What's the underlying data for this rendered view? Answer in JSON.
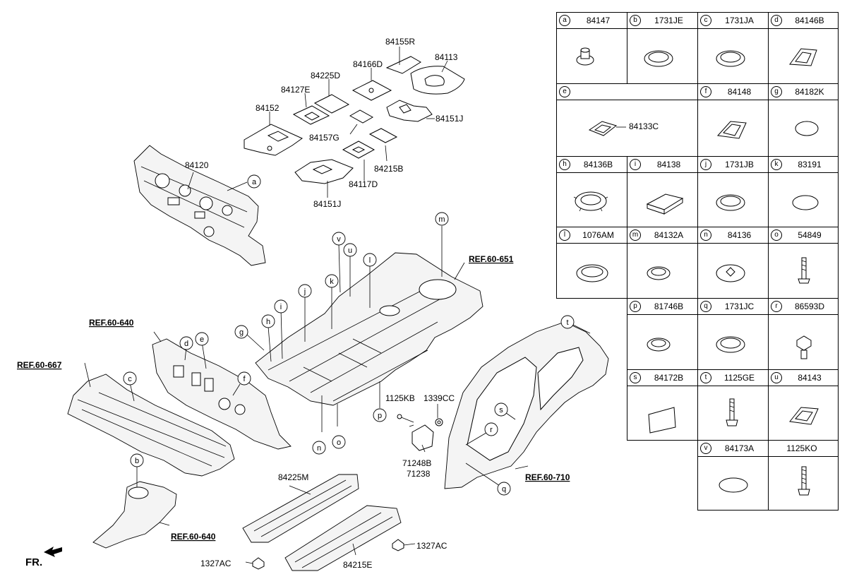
{
  "diagram_labels": {
    "p84155R": "84155R",
    "p84113": "84113",
    "p84166D": "84166D",
    "p84225D": "84225D",
    "p84127E": "84127E",
    "p84152": "84152",
    "p84151J_top": "84151J",
    "p84157G": "84157G",
    "p84215B": "84215B",
    "p84117D": "84117D",
    "p84151J_bottom": "84151J",
    "p84120": "84120",
    "p1125KB": "1125KB",
    "p1339CC": "1339CC",
    "p71248B": "71248B",
    "p71238": "71238",
    "p84225M": "84225M",
    "p84215E": "84215E",
    "p1327AC_left": "1327AC",
    "p1327AC_right": "1327AC",
    "fr": "FR."
  },
  "references": {
    "ref_651": "REF.60-651",
    "ref_640_top": "REF.60-640",
    "ref_667": "REF.60-667",
    "ref_710": "REF.60-710",
    "ref_640_bottom": "REF.60-640"
  },
  "callout_letters": {
    "a": "a",
    "b": "b",
    "c": "c",
    "d": "d",
    "e": "e",
    "f": "f",
    "g": "g",
    "h": "h",
    "i": "i",
    "j": "j",
    "k": "k",
    "l": "l",
    "m": "m",
    "n": "n",
    "o": "o",
    "p": "p",
    "q": "q",
    "r": "r",
    "s": "s",
    "t": "t",
    "u": "u",
    "v": "v"
  },
  "legend": [
    {
      "letter": "a",
      "code": "84147",
      "icon": "push-clip-icon"
    },
    {
      "letter": "b",
      "code": "1731JE",
      "icon": "round-plug-icon"
    },
    {
      "letter": "c",
      "code": "1731JA",
      "icon": "round-plug-icon"
    },
    {
      "letter": "d",
      "code": "84146B",
      "icon": "oval-plug-icon"
    },
    {
      "letter": "e",
      "code": "",
      "callout": "84133C",
      "icon": "rect-plug-icon"
    },
    {
      "letter": "f",
      "code": "84148",
      "icon": "oval-plug-icon"
    },
    {
      "letter": "g",
      "code": "84182K",
      "icon": "flat-cap-icon"
    },
    {
      "letter": "h",
      "code": "84136B",
      "icon": "ribbed-plug-icon"
    },
    {
      "letter": "i",
      "code": "84138",
      "icon": "pad-icon"
    },
    {
      "letter": "j",
      "code": "1731JB",
      "icon": "round-plug-icon"
    },
    {
      "letter": "k",
      "code": "83191",
      "icon": "round-plug-icon"
    },
    {
      "letter": "l",
      "code": "1076AM",
      "icon": "round-plug-icon"
    },
    {
      "letter": "m",
      "code": "84132A",
      "icon": "round-plug-icon"
    },
    {
      "letter": "n",
      "code": "84136",
      "icon": "star-plug-icon"
    },
    {
      "letter": "o",
      "code": "54849",
      "icon": "bolt-icon"
    },
    {
      "letter": "p",
      "code": "81746B",
      "icon": "round-plug-icon"
    },
    {
      "letter": "q",
      "code": "1731JC",
      "icon": "round-plug-icon"
    },
    {
      "letter": "r",
      "code": "86593D",
      "icon": "clip-icon"
    },
    {
      "letter": "s",
      "code": "84172B",
      "icon": "pad-sheet-icon"
    },
    {
      "letter": "t",
      "code": "1125GE",
      "icon": "bolt-icon"
    },
    {
      "letter": "u",
      "code": "84143",
      "icon": "oval-plug-icon"
    },
    {
      "letter": "v",
      "code": "84173A",
      "icon": "flat-cap-icon"
    },
    {
      "letter": "",
      "code": "1125KO",
      "icon": "bolt-icon"
    }
  ]
}
